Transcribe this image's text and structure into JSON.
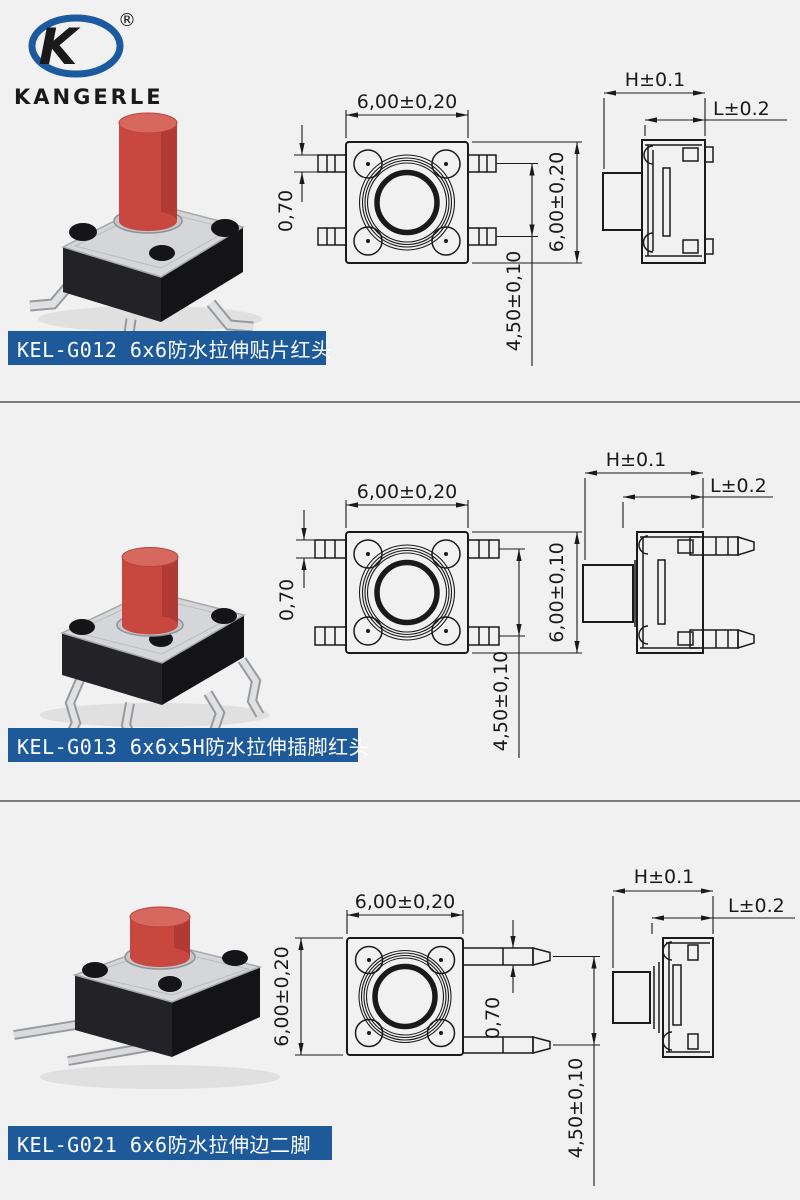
{
  "brand": {
    "name": "KANGERLE",
    "registered_mark": "®",
    "logo_letter": "K",
    "logo_color": "#1b5a9e"
  },
  "colors": {
    "background": "#f1f1f2",
    "label_bg": "#1e5a99",
    "label_text": "#ffffff",
    "drawing_line": "#1a1a1a",
    "button_red": "#c8473f",
    "divider": "#7d7d80"
  },
  "products": [
    {
      "label": "KEL-G012 6x6防水拉伸贴片红头",
      "top_view": {
        "width": "6,00±0,20",
        "pad_width": "0,70",
        "height": "6,00±0,20",
        "pad_pitch": "4,50±0,10"
      },
      "side_view": {
        "height": "H±0.1",
        "length": "L±0.2"
      }
    },
    {
      "label": "KEL-G013 6x6x5H防水拉伸插脚红头",
      "top_view": {
        "width": "6,00±0,20",
        "pad_width": "0,70",
        "height": "6,00±0,10",
        "pad_pitch": "4,50±0,10"
      },
      "side_view": {
        "height": "H±0.1",
        "length": "L±0.2"
      }
    },
    {
      "label": "KEL-G021 6x6防水拉伸边二脚",
      "top_view": {
        "width": "6,00±0,20",
        "body": "6,00±0,20",
        "pad_width": "0,70",
        "pad_pitch": "4,50±0,10"
      },
      "side_view": {
        "height": "H±0.1",
        "length": "L±0.2"
      }
    }
  ]
}
